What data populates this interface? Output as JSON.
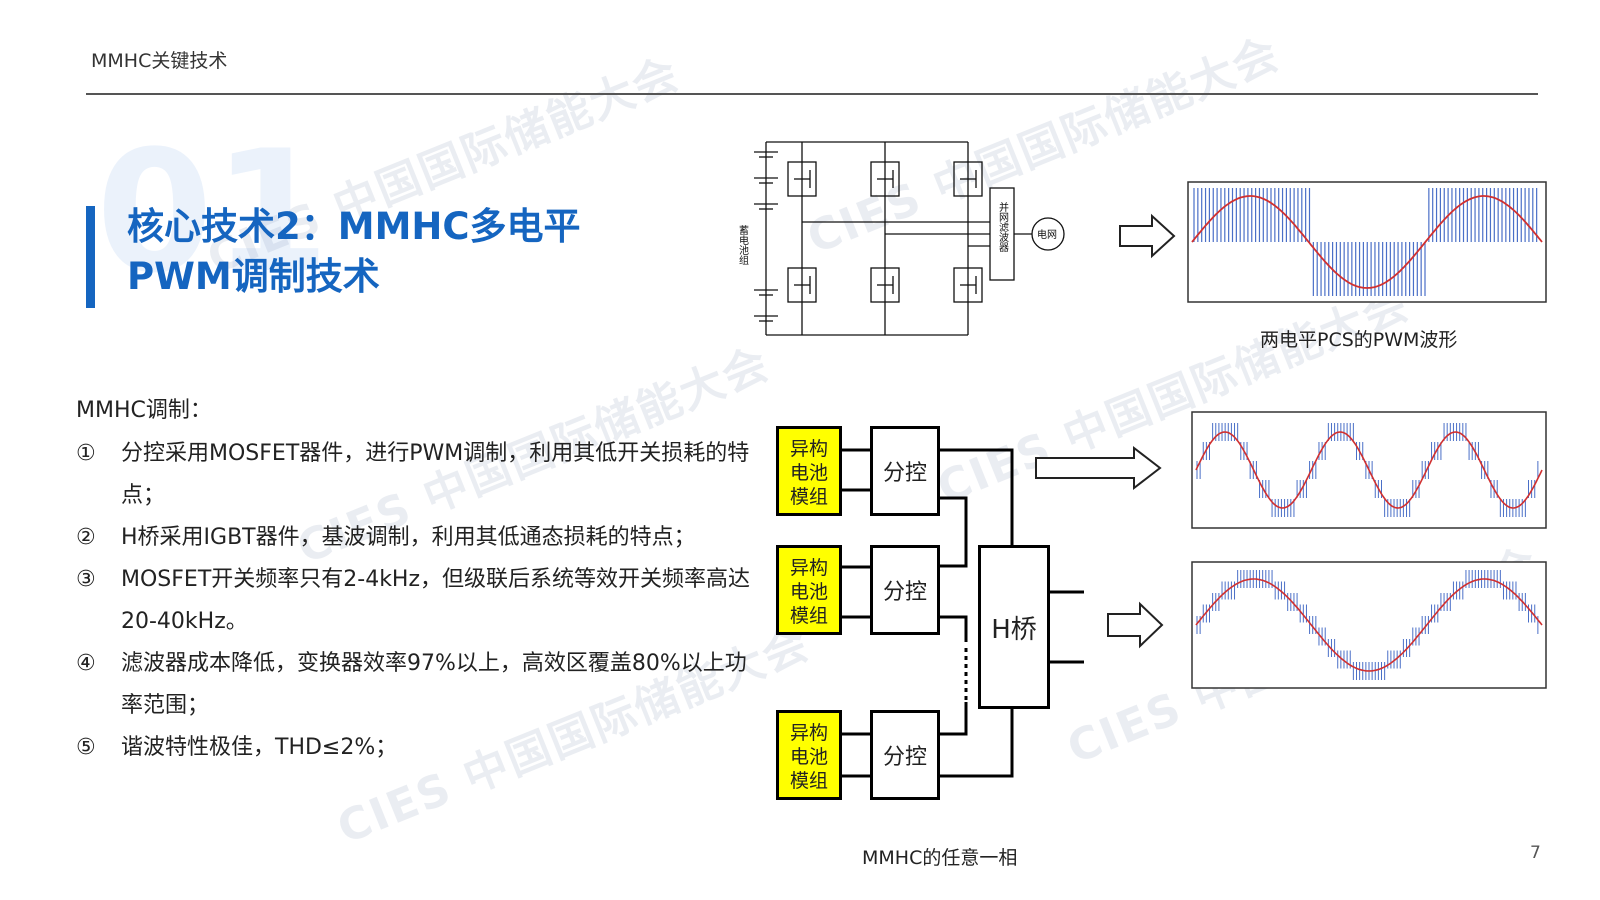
{
  "header": {
    "title": "MMHC关键技术"
  },
  "section": {
    "number": "01",
    "title_line1": "核心技术2：MMHC多电平",
    "title_line2": "PWM调制技术"
  },
  "content": {
    "intro": "MMHC调制：",
    "items": [
      {
        "num": "①",
        "text": "分控采用MOSFET器件，进行PWM调制，利用其低开关损耗的特点；"
      },
      {
        "num": "②",
        "text": "H桥采用IGBT器件，基波调制，利用其低通态损耗的特点；"
      },
      {
        "num": "③",
        "text": "MOSFET开关频率只有2-4kHz，但级联后系统等效开关频率高达20-40kHz。"
      },
      {
        "num": "④",
        "text": "滤波器成本降低，变换器效率97%以上，高效区覆盖80%以上功率范围；"
      },
      {
        "num": "⑤",
        "text": "谐波特性极佳，THD≤2%；"
      }
    ]
  },
  "figure_top": {
    "caption": "两电平PCS的PWM波形",
    "filter_label": "并网滤波器",
    "grid_label": "电网",
    "dc_label": "蓄电池组"
  },
  "figure_bottom": {
    "caption": "MMHC的任意一相",
    "battery_label_1": "异构",
    "battery_label_2": "电池",
    "battery_label_3": "模组",
    "sub_control_label": "分控",
    "hbridge_label": "H桥"
  },
  "watermark": "CIES 中国国际储能大会",
  "page_number": "7",
  "colors": {
    "accent": "#1565c0",
    "battery_fill": "#ffff00",
    "wave_blue": "#4a6fc7",
    "wave_red": "#d03030"
  }
}
